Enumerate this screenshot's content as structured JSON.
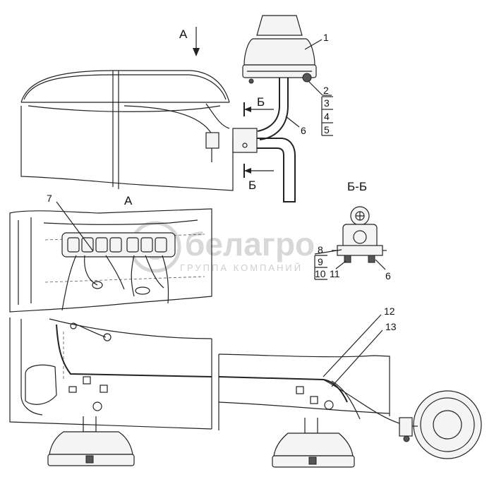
{
  "view_labels": {
    "view_a_arrow": "А",
    "view_a": "А",
    "section_b_top": "Б",
    "section_b_bottom": "Б",
    "section_bb": "Б-Б"
  },
  "callouts": {
    "c1": "1",
    "c2": "2",
    "c3": "3",
    "c4": "4",
    "c5": "5",
    "c6_main": "6",
    "c6_section": "6",
    "c7": "7",
    "c8": "8",
    "c9": "9",
    "c10": "10",
    "c11": "11",
    "c12": "12",
    "c13": "13"
  },
  "watermark": {
    "brand": "белагро",
    "subtitle": "ГРУППА КОМПАНИЙ"
  },
  "colors": {
    "line": "#222222",
    "background": "#ffffff",
    "watermark": "#cfcfcf"
  }
}
